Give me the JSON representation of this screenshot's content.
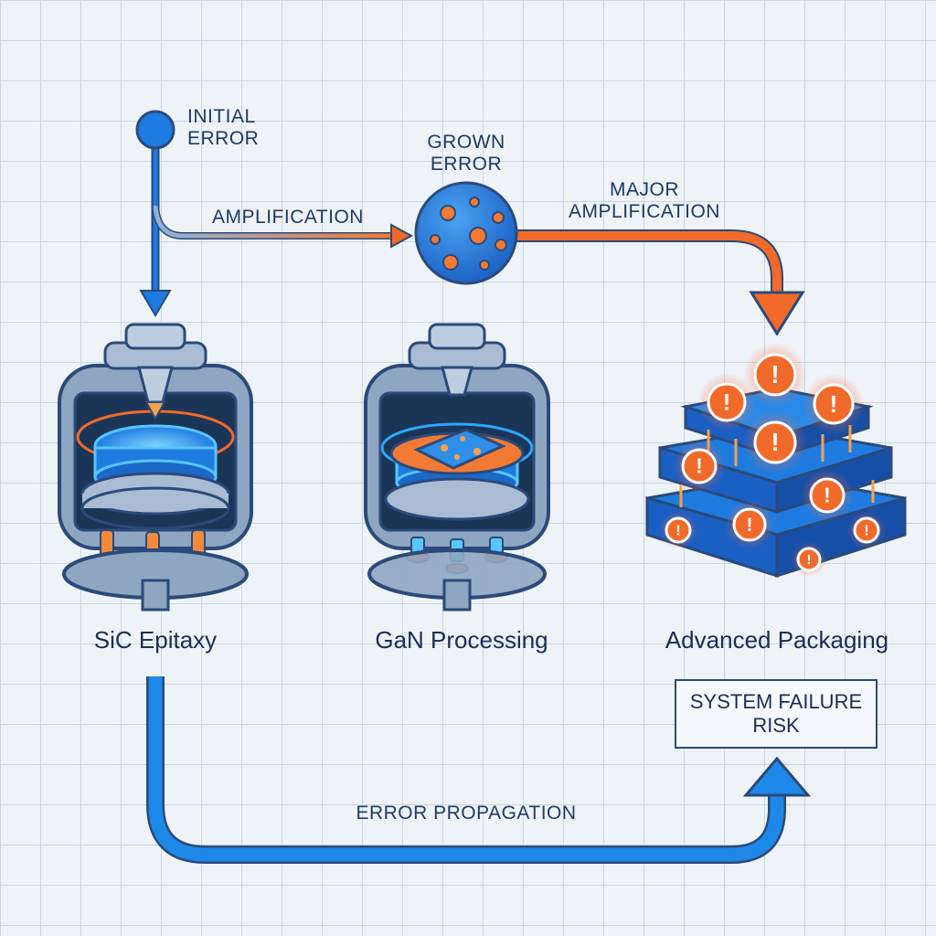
{
  "labels": {
    "initial_error": "INITIAL\nERROR",
    "grown_error": "GROWN\nERROR",
    "amplification": "AMPLIFICATION",
    "major_amplification": "MAJOR\nAMPLIFICATION",
    "error_propagation": "ERROR PROPAGATION"
  },
  "stages": {
    "stage1": "SiC Epitaxy",
    "stage2": "GaN Processing",
    "stage3": "Advanced Packaging"
  },
  "outcome": "SYSTEM FAILURE\nRISK",
  "colors": {
    "blue": "#1e7be0",
    "orange": "#f26a2a",
    "navy": "#2b4a7a",
    "error_glyph": "!"
  }
}
